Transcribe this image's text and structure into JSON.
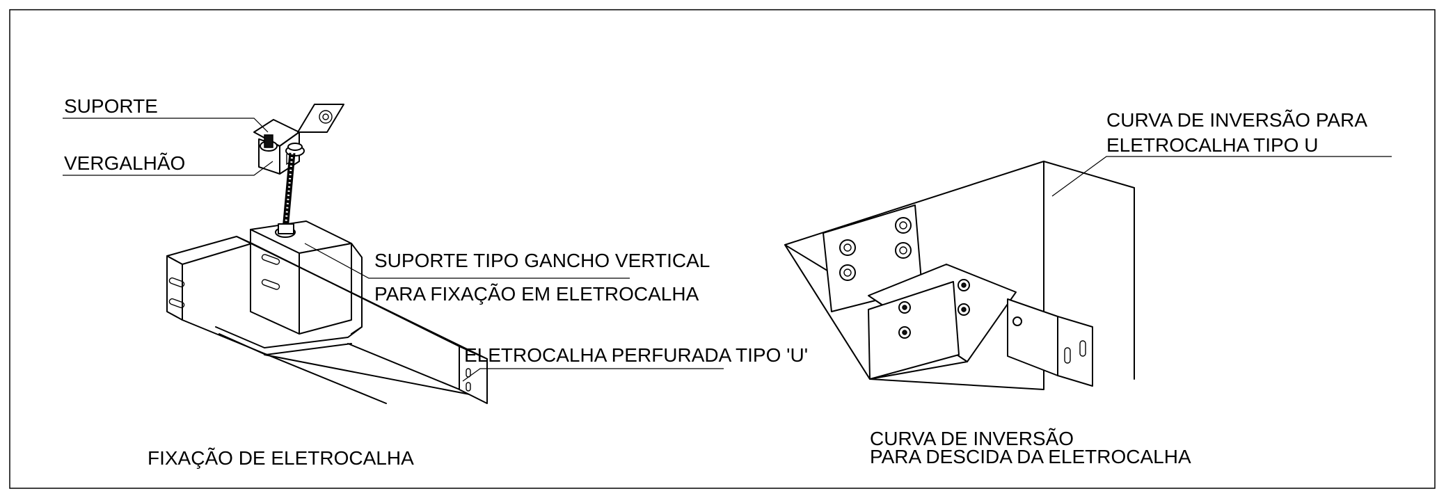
{
  "left_detail": {
    "title": "FIXAÇÃO DE ELETROCALHA",
    "labels": {
      "suporte": "SUPORTE",
      "vergalhao": "VERGALHÃO",
      "gancho_line1": "SUPORTE TIPO GANCHO VERTICAL",
      "gancho_line2": "PARA FIXAÇÃO EM ELETROCALHA",
      "eletrocalha": "ELETROCALHA PERFURADA TIPO 'U'"
    }
  },
  "right_detail": {
    "title_line1": "CURVA DE INVERSÃO",
    "title_line2": "PARA DESCIDA DA ELETROCALHA",
    "labels": {
      "curva_line1": "CURVA DE INVERSÃO PARA",
      "curva_line2": "ELETROCALHA TIPO U"
    }
  }
}
